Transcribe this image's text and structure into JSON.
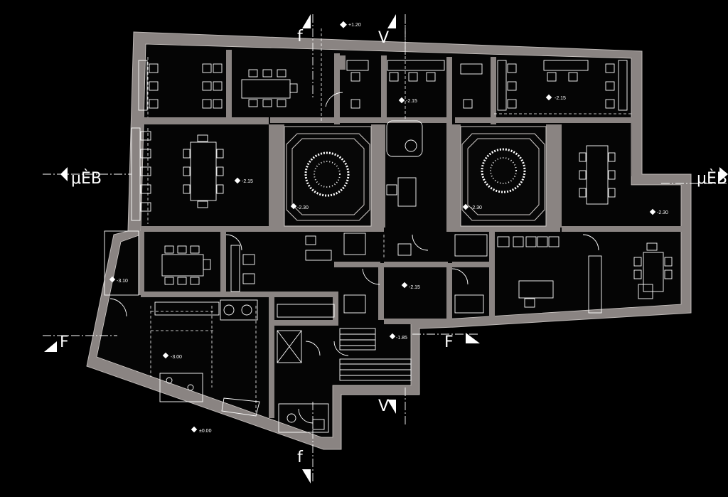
{
  "levels": {
    "top": "+1.20",
    "room_tl2": "-2.15",
    "room_tr": "-2.15",
    "meeting_left": "-2.15",
    "court_left": "-2.30",
    "court_right": "-2.30",
    "right_small": "-2.30",
    "left_small": "-3.10",
    "center_hall": "-2.15",
    "stair": "-1.85",
    "kitchen": "-3.00",
    "origin": "±0.00"
  },
  "section_marks": {
    "left_long": "μÈB",
    "right_long": "μÈB",
    "left_cross": "F",
    "right_cross": "F",
    "top_a": "f",
    "bottom_a": "f",
    "top_b": "V",
    "bottom_b": "V"
  },
  "colors": {
    "background": "#000000",
    "wall_fill": "#8a8482",
    "line": "#ffffff"
  }
}
